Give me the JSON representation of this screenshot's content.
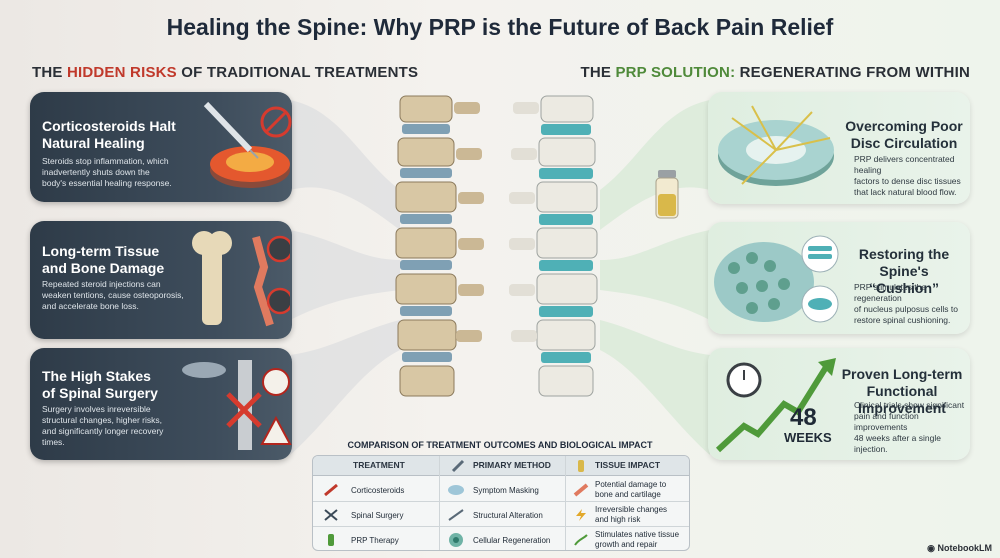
{
  "title": "Healing the Spine: Why PRP is the Future of Back Pain Relief",
  "left_section": {
    "heading_prefix": "THE ",
    "heading_highlight": "HIDDEN RISKS",
    "heading_suffix": " OF TRADITIONAL TREATMENTS",
    "cards": [
      {
        "title_line1": "Corticosteroids Halt",
        "title_line2": "Natural Healing",
        "body": [
          "Steroids stop inflammation, which",
          "inadvertently shuts down the",
          "body's essential healing response."
        ]
      },
      {
        "title_line1": "Long-term Tissue",
        "title_line2": "and Bone Damage",
        "body": [
          "Repeated steroid injections can",
          "weaken tentions, cause osteoporosis,",
          "and accelerate bone loss."
        ]
      },
      {
        "title_line1": "The High Stakes",
        "title_line2": "of Spinal Surgery",
        "body": [
          "Surgery involves inreversible",
          "structural changes, higher risks,",
          "and significantly longer recovery",
          "times."
        ]
      }
    ]
  },
  "right_section": {
    "heading_prefix": "THE ",
    "heading_highlight": "PRP SOLUTION:",
    "heading_suffix": " REGENERATING FROM WITHIN",
    "cards": [
      {
        "title_line1": "Overcoming Poor",
        "title_line2": "Disc Circulation",
        "body": [
          "PRP delivers concentrated healing",
          "factors to dense disc tissues",
          "that lack natural blood flow."
        ]
      },
      {
        "title_line1": "Restoring the",
        "title_line2": "Spine's “Cushion”",
        "body": [
          "PRP stimulates the regeneration",
          "of nucleus pulposus cells to",
          "restore spinal cushioning."
        ]
      },
      {
        "title_line1": "Proven Long-term",
        "title_line2": "Functional Improvement",
        "body": [
          "Clinical trials show significant",
          "pain and function improvements",
          "48 weeks after a single injection."
        ],
        "badge_number": "48",
        "badge_unit": "WEEKS"
      }
    ]
  },
  "table": {
    "title": "COMPARISON OF TREATMENT OUTCOMES AND BIOLOGICAL IMPACT",
    "headers": [
      "TREATMENT",
      "PRIMARY METHOD",
      "TISSUE IMPACT"
    ],
    "rows": [
      {
        "treatment": "Corticosteroids",
        "method": "Symptom Masking",
        "impact": [
          "Potential damage to",
          "bone and cartilage"
        ]
      },
      {
        "treatment": "Spinal Surgery",
        "method": "Structural Alteration",
        "impact": [
          "Irreversible changes",
          "and high risk"
        ]
      },
      {
        "treatment": "PRP Therapy",
        "method": "Cellular Regeneration",
        "impact": [
          "Stimulates native tissue",
          "growth and repair"
        ]
      }
    ]
  },
  "watermark": "NotebookLM",
  "colors": {
    "risk_red": "#c0392b",
    "prp_green": "#4f8a3a",
    "dark_card": "#34424f",
    "light_card": "#e3f0e4"
  }
}
